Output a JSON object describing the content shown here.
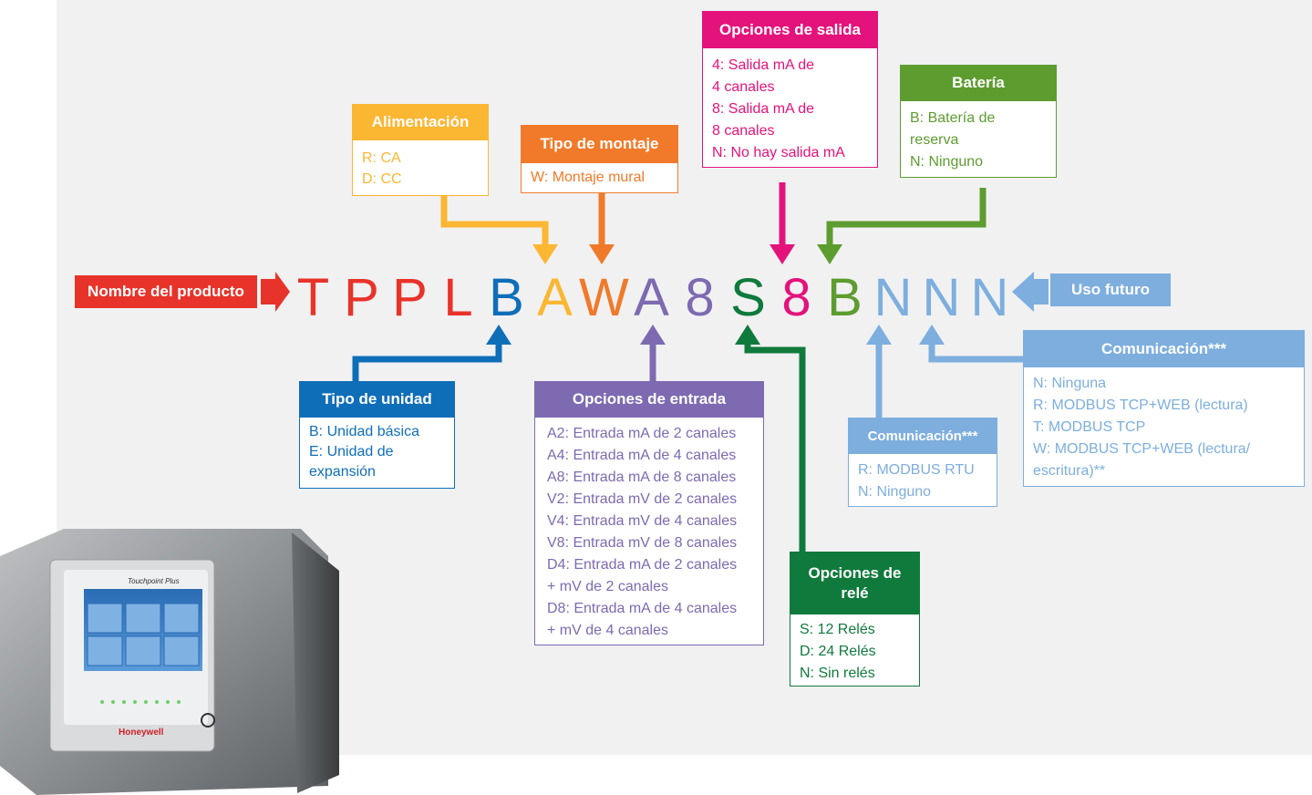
{
  "code": {
    "letters": [
      "T",
      "P",
      "P",
      "L",
      "B",
      "A",
      "W",
      "A",
      "8",
      "S",
      "8",
      "B",
      "N",
      "N",
      "N"
    ],
    "colors": [
      "#e8332a",
      "#e8332a",
      "#e8332a",
      "#e8332a",
      "#0f6eb8",
      "#fbb632",
      "#f07a2a",
      "#7d6ab1",
      "#7d6ab1",
      "#0f7a3c",
      "#e3137b",
      "#5d9c2f",
      "#7daede",
      "#7daede",
      "#7daede"
    ]
  },
  "product_name": "Nombre del producto",
  "future_use": "Uso futuro",
  "alimentacion": {
    "title": "Alimentación",
    "items": [
      "R: CA",
      "D: CC"
    ],
    "color": "#fbb632"
  },
  "montaje": {
    "title": "Tipo de montaje",
    "items": [
      "W: Montaje mural"
    ],
    "color": "#f07a2a"
  },
  "salida": {
    "title": "Opciones de salida",
    "items": [
      "4: Salida mA de",
      "4 canales",
      "8: Salida mA de",
      "8 canales",
      "N: No hay salida mA"
    ],
    "color": "#e3137b"
  },
  "bateria": {
    "title": "Batería",
    "items": [
      "B: Batería de",
      "reserva",
      "N: Ninguno"
    ],
    "color": "#5d9c2f"
  },
  "unidad": {
    "title": "Tipo de unidad",
    "items": [
      "B: Unidad básica",
      "E: Unidad de",
      "expansión"
    ],
    "color": "#0f6eb8"
  },
  "entrada": {
    "title": "Opciones de entrada",
    "items": [
      "A2: Entrada mA de 2 canales",
      "A4: Entrada mA de 4 canales",
      "A8: Entrada mA de 8 canales",
      "V2: Entrada mV de 2 canales",
      "V4: Entrada mV de 4 canales",
      "V8: Entrada mV de 8 canales",
      "D4: Entrada mA de 2 canales",
      "+ mV de 2 canales",
      "D8: Entrada mA de 4 canales",
      "+ mV de 4 canales"
    ],
    "color": "#7d6ab1"
  },
  "rele": {
    "title_1": "Opciones de",
    "title_2": "relé",
    "items": [
      "S: 12 Relés",
      "D: 24 Relés",
      "N: Sin relés"
    ],
    "color": "#0f7a3c"
  },
  "comm1": {
    "title": "Comunicación***",
    "items": [
      "R: MODBUS RTU",
      "N: Ninguno"
    ],
    "color": "#7daede"
  },
  "comm2": {
    "title": "Comunicación***",
    "items": [
      "N: Ninguna",
      "R: MODBUS TCP+WEB (lectura)",
      "T: MODBUS TCP",
      "W: MODBUS TCP+WEB (lectura/",
      "escritura)**"
    ],
    "color": "#7daede"
  },
  "device": {
    "brand": "Honeywell",
    "model": "Touchpoint Plus"
  }
}
